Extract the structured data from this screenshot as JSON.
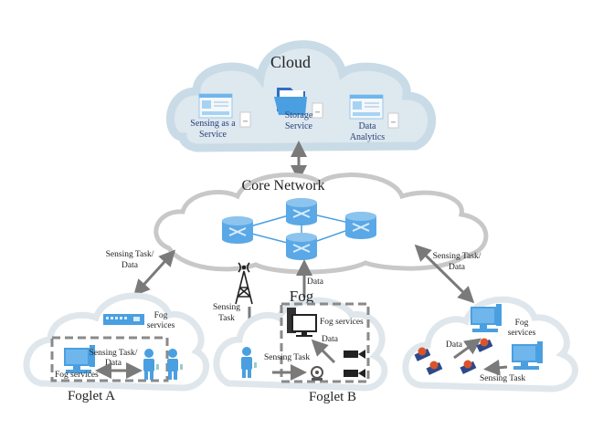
{
  "cloud": {
    "title": "Cloud",
    "services": [
      {
        "line1": "Sensing as a",
        "line2": "Service",
        "icon": "web-app-icon"
      },
      {
        "line1": "Storage",
        "line2": "Service",
        "icon": "folder-icon"
      },
      {
        "line1": "Data",
        "line2": "Analytics",
        "icon": "web-app-icon"
      }
    ]
  },
  "core_network": {
    "title": "Core Network"
  },
  "links": {
    "left": {
      "line1": "Sensing Task/",
      "line2": "Data"
    },
    "right": {
      "line1": "Sensing Task/",
      "line2": "Data"
    },
    "tower": {
      "line1": "Sensing",
      "line2": "Task"
    },
    "fog_up": "Data"
  },
  "fog": {
    "title": "Fog"
  },
  "foglet_a": {
    "title": "Foglet A",
    "hub_label": {
      "line1": "Fog",
      "line2": "services"
    },
    "arrow_label": {
      "line1": "Sensing Task/",
      "line2": "Data"
    },
    "fog_services": "Fog services"
  },
  "foglet_b": {
    "title": "Foglet B",
    "fog_services": "Fog services",
    "data": "Data",
    "sensing_task": "Sensing Task"
  },
  "foglet_c": {
    "fog_label": {
      "line1": "Fog",
      "line2": "services"
    },
    "data": "Data",
    "sensing_task": "Sensing Task"
  },
  "colors": {
    "accent_blue": "#4a9fe0",
    "cloud_fill": "#dde8ef",
    "cloud_stroke": "#c9dbe6",
    "arrow": "#7a7a7a"
  }
}
